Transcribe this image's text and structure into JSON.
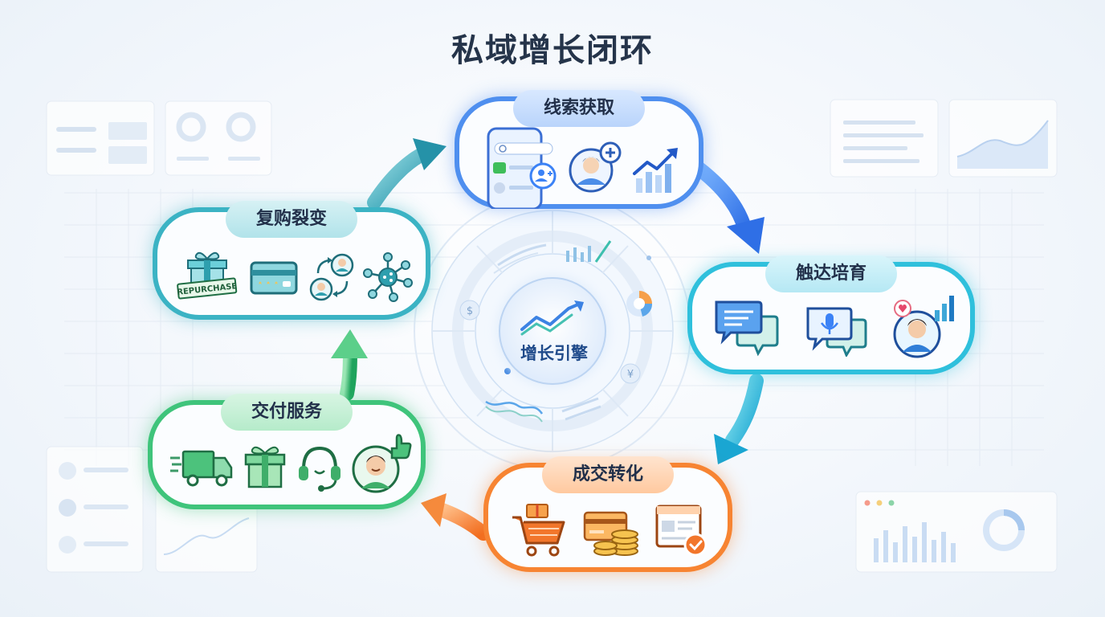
{
  "title": "私域增长闭环",
  "engine": {
    "label": "增长引擎"
  },
  "stages": [
    {
      "id": "lead",
      "label": "线索获取",
      "color": "#3b82f6",
      "icons": [
        "phone-search-icon",
        "add-user-icon",
        "growth-chart-icon"
      ]
    },
    {
      "id": "nurture",
      "label": "触达培育",
      "color": "#22b8d6",
      "icons": [
        "chat-bubbles-icon",
        "voice-message-icon",
        "liked-user-icon"
      ]
    },
    {
      "id": "convert",
      "label": "成交转化",
      "color": "#f97c2b",
      "icons": [
        "shopping-cart-icon",
        "card-coins-icon",
        "order-confirmed-icon"
      ]
    },
    {
      "id": "deliver",
      "label": "交付服务",
      "color": "#22b36a",
      "icons": [
        "delivery-truck-icon",
        "gift-box-icon",
        "headset-icon",
        "thumbs-up-user-icon"
      ]
    },
    {
      "id": "repurchase",
      "label": "复购裂变",
      "color": "#2ea7b8",
      "icons": [
        "repurchase-gift-icon",
        "membership-card-icon",
        "referral-icon",
        "share-network-icon"
      ]
    }
  ],
  "badges": {
    "repurchase_tag": "REPURCHASE"
  }
}
